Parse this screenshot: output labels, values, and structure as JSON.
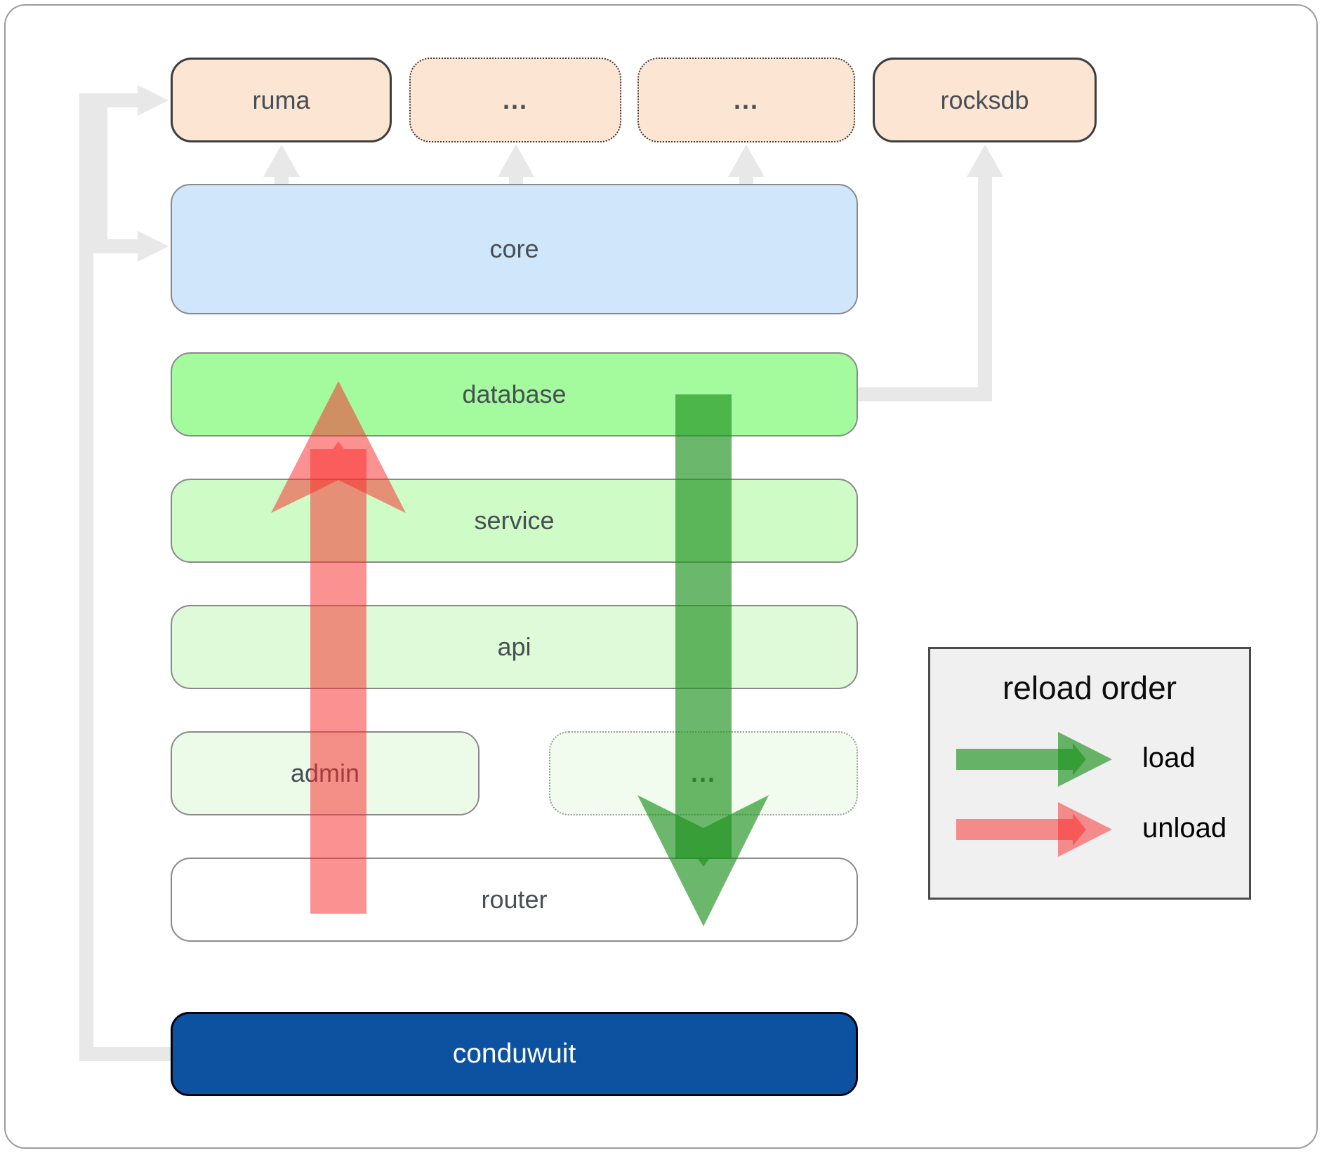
{
  "boxes": {
    "ruma": "ruma",
    "dots1": "...",
    "dots2": "...",
    "rocksdb": "rocksdb",
    "core": "core",
    "database": "database",
    "service": "service",
    "api": "api",
    "admin": "admin",
    "admin_dots": "...",
    "router": "router",
    "conduwuit": "conduwuit"
  },
  "legend": {
    "title": "reload order",
    "load_label": "load",
    "unload_label": "unload"
  },
  "colors": {
    "load_arrow_green": "#1e911e",
    "unload_arrow_red": "#fa2d2d",
    "connector_gray": "#e8e8e8",
    "conduwuit_blue": "#0d52a0",
    "dependency_peach": "#fce5d2",
    "core_blue": "#d0e6fa",
    "database_green": "#a4fb9e",
    "legend_bg": "#f0f0f0"
  }
}
